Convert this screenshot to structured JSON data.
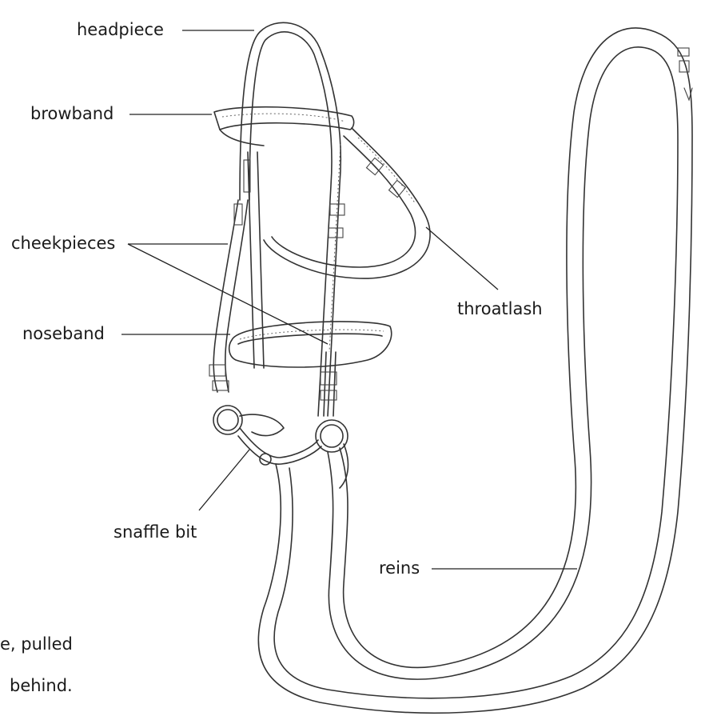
{
  "labels": {
    "headpiece": "headpiece",
    "browband": "browband",
    "cheekpieces": "cheekpieces",
    "noseband": "noseband",
    "throatlash": "throatlash",
    "snaffle_bit": "snaffle bit",
    "reins": "reins"
  },
  "caption_fragments": {
    "line1": "e, pulled",
    "line2": "behind."
  },
  "colors": {
    "ink": "#333333",
    "background": "#ffffff"
  }
}
